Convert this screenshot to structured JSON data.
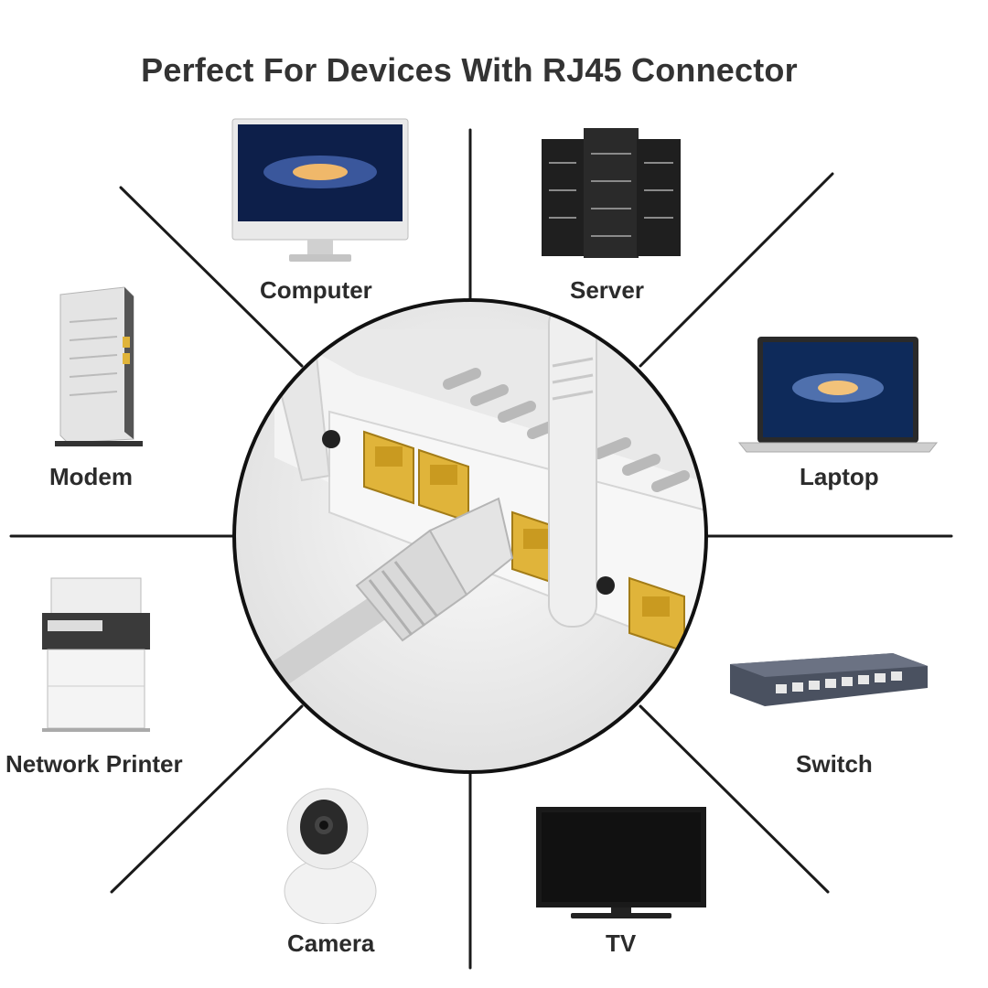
{
  "title": "Perfect For Devices With RJ45 Connector",
  "devices": [
    {
      "name": "Computer",
      "icon": "computer-icon"
    },
    {
      "name": "Server",
      "icon": "server-icon"
    },
    {
      "name": "Modem",
      "icon": "modem-icon"
    },
    {
      "name": "Laptop",
      "icon": "laptop-icon"
    },
    {
      "name": "Network Printer",
      "icon": "printer-icon"
    },
    {
      "name": "Switch",
      "icon": "switch-icon"
    },
    {
      "name": "Camera",
      "icon": "camera-icon"
    },
    {
      "name": "TV",
      "icon": "tv-icon"
    }
  ],
  "colors": {
    "text": "#2b2b2b",
    "lines": "#1a1a1a",
    "port_yellow": "#e0b43a",
    "router_white": "#f2f2f2"
  }
}
